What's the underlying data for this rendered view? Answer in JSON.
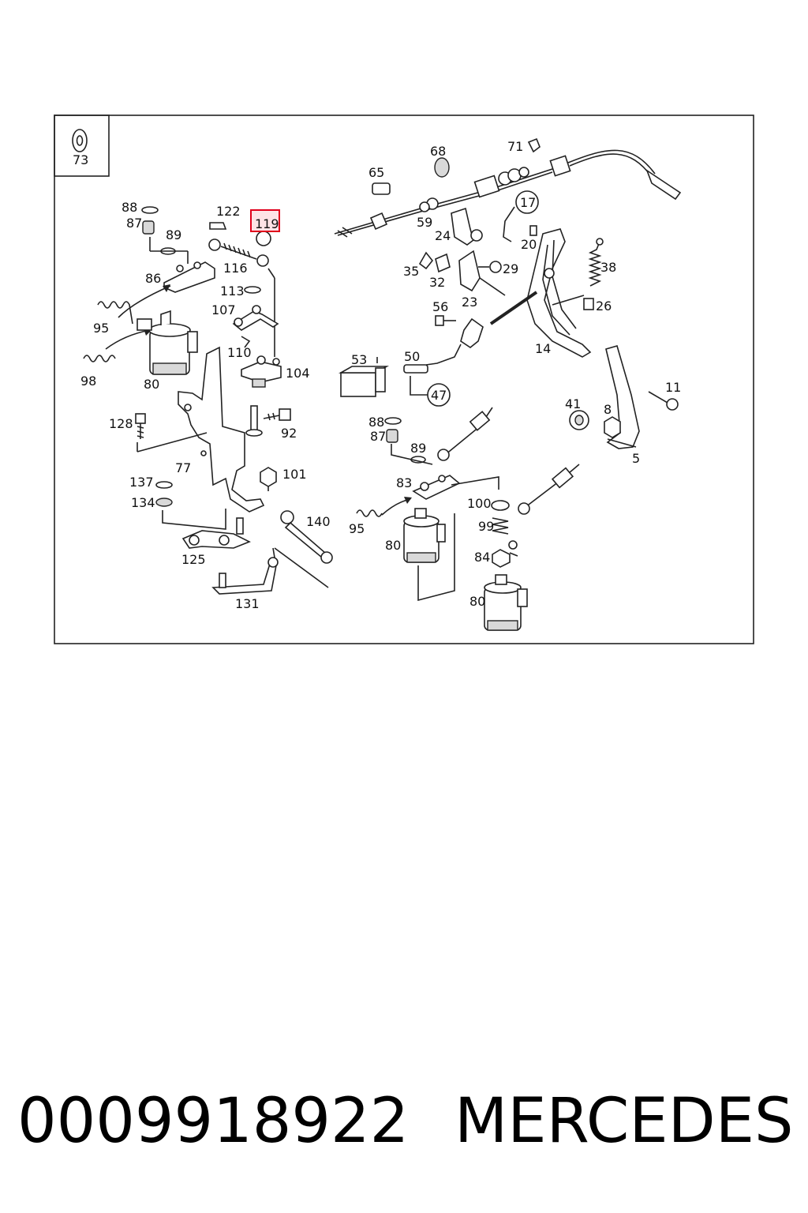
{
  "inset_label": "73",
  "callouts": {
    "c88a": "88",
    "c87a": "87",
    "c89a": "89",
    "c86": "86",
    "c122": "122",
    "c119": "119",
    "c116": "116",
    "c113": "113",
    "c107": "107",
    "c95a": "95",
    "c98": "98",
    "c80a": "80",
    "c110": "110",
    "c104": "104",
    "c128": "128",
    "c92": "92",
    "c77": "77",
    "c137": "137",
    "c134": "134",
    "c101": "101",
    "c140": "140",
    "c125": "125",
    "c131": "131",
    "c65": "65",
    "c68": "68",
    "c71": "71",
    "c59": "59",
    "c24": "24",
    "c17": "17",
    "c20": "20",
    "c35": "35",
    "c32": "32",
    "c29": "29",
    "c38": "38",
    "c23": "23",
    "c56": "56",
    "c26": "26",
    "c14": "14",
    "c53": "53",
    "c50": "50",
    "c47": "47",
    "c11": "11",
    "c41": "41",
    "c8": "8",
    "c5": "5",
    "c88b": "88",
    "c87b": "87",
    "c89b": "89",
    "c83": "83",
    "c100": "100",
    "c99": "99",
    "c95b": "95",
    "c80b": "80",
    "c84": "84",
    "c80c": "80"
  },
  "highlight_color": "#e0001b",
  "footer": {
    "part_number": "0009918922",
    "brand": "MERCEDES"
  }
}
